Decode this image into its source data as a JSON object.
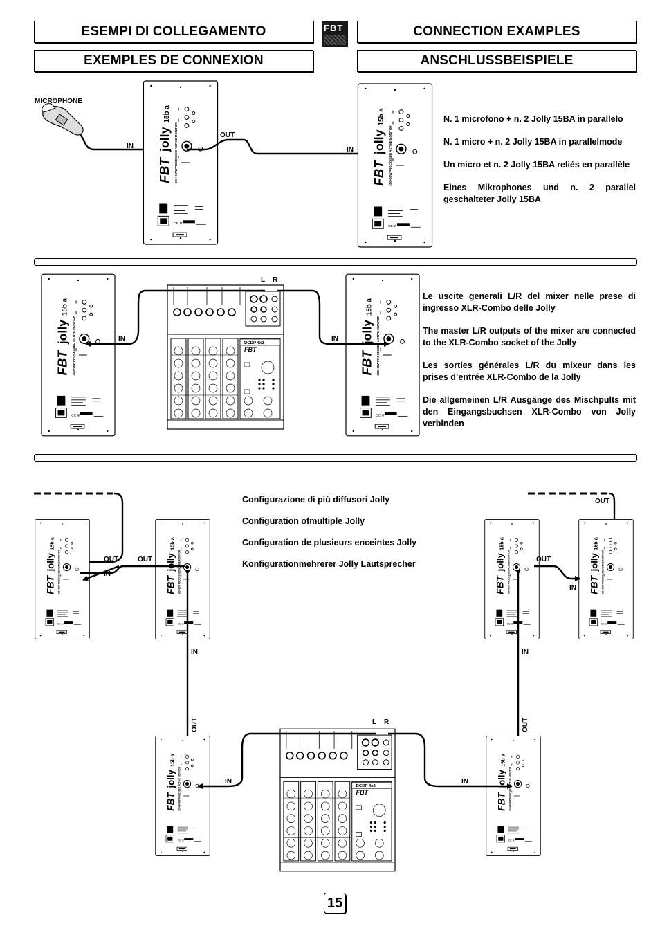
{
  "header": {
    "title_it": "ESEMPI DI COLLEGAMENTO",
    "title_en": "CONNECTION EXAMPLES",
    "title_fr": "EXEMPLES DE CONNEXION",
    "title_de": "ANSCHLUSSBEISPIELE",
    "logo_text": "FBT"
  },
  "section1": {
    "mic_label": "MICROPHONE",
    "text": [
      "N. 1 microfono + n. 2 Jolly 15BA in parallelo",
      "N. 1 micro + n. 2 Jolly 15BA in parallelmode",
      "Un micro et n. 2 Jolly 15BA reliés en parallèle",
      "Eines Mikrophones und n. 2 parallel geschalteter Jolly 15BA"
    ]
  },
  "section2": {
    "text": [
      "Le uscite generali L/R del mixer nelle prese di ingresso XLR-Combo delle Jolly",
      "The master L/R outputs of the mixer are connected to the XLR-Combo socket of the Jolly",
      "Les sorties générales L/R du mixeur dans les prises d’entrée XLR-Combo de la Jolly",
      "Die allgemeinen L/R Ausgänge des Mischpults mit den Eingangsbuchsen XLR-Combo von Jolly verbinden"
    ]
  },
  "section3": {
    "text": [
      "Configurazione di più diffusori  Jolly",
      "Configuration ofmultiple Jolly",
      "Configuration de plusieurs enceintes Jolly",
      "Konfigurationmehrerer Jolly Lautsprecher"
    ]
  },
  "labels": {
    "in": "IN",
    "out": "OUT",
    "l": "L",
    "r": "R"
  },
  "product": {
    "brand": "FBT",
    "model": "jolly",
    "version": "15b a",
    "subtitle": "PROCESSED ACTIVE MONITOR",
    "power": "300 + 60W"
  },
  "mixer": {
    "model": "FBT"
  },
  "page_number": "15"
}
